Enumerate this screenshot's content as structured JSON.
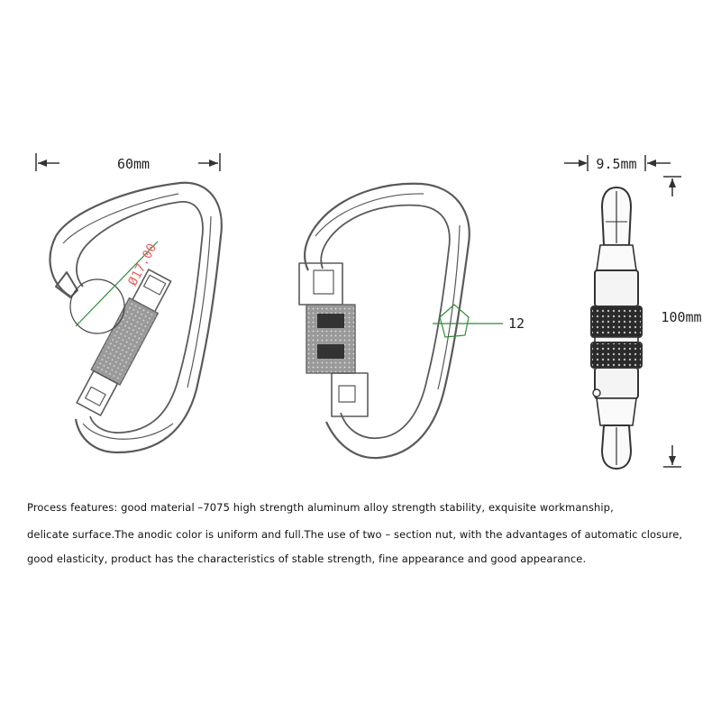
{
  "dimensions": {
    "width": "60mm",
    "diameter": "Ø17.00",
    "gate_callout": "12",
    "thickness": "9.5mm",
    "length": "100mm"
  },
  "description": {
    "line1": "Process features: good material –7075 high strength aluminum alloy strength stability, exquisite workmanship,",
    "line2": "delicate surface.The anodic color is uniform and full.The use of two – section nut, with the advantages of automatic closure,",
    "line3": "good elasticity, product has the characteristics of stable strength, fine appearance and good appearance."
  },
  "colors": {
    "outline": "#555555",
    "callout_green": "#2e8b3a",
    "callout_red": "#e86060",
    "knurl": "#222222"
  }
}
